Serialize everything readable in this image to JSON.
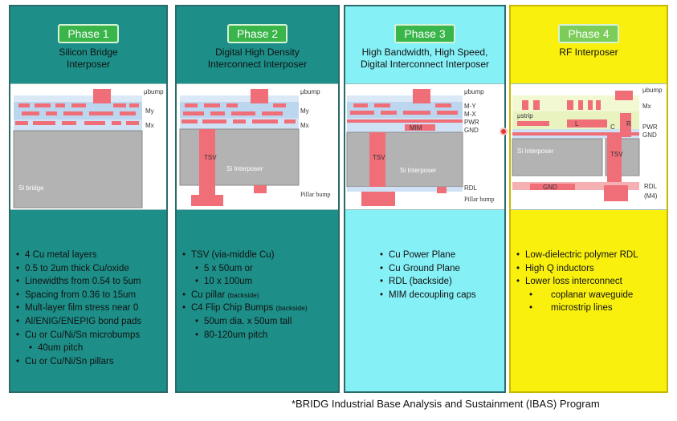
{
  "footer_note": "*BRIDG Industrial Base Analysis and Sustainment (IBAS) Program",
  "colors": {
    "teal": "#1d8f88",
    "cyan": "#86f0f7",
    "yellow": "#f9f00e",
    "badge_green": "#39b54a",
    "metal_red": "#f06e78",
    "silicon_gray": "#b3b3b3"
  },
  "phases": [
    {
      "badge": "Phase 1",
      "title_line1": "Silicon Bridge",
      "title_line2": "Interposer",
      "diagram": {
        "ubump": "μbump",
        "my": "My",
        "mx": "Mx",
        "bridge": "Si bridge"
      },
      "bullets": [
        "4 Cu metal layers",
        "0.5 to 2um thick Cu/oxide",
        "Linewidths from 0.54 to 5um",
        "Spacing from 0.36 to 15um",
        "Mult-layer film stress near 0",
        "Al/ENIG/ENEPIG bond pads",
        "Cu or Cu/Ni/Sn microbumps",
        "40um pitch",
        "Cu or Cu/Ni/Sn pillars"
      ]
    },
    {
      "badge": "Phase 2",
      "title_line1": "Digital High Density",
      "title_line2": "Interconnect Interposer",
      "diagram": {
        "ubump": "μbump",
        "my": "My",
        "mx": "Mx",
        "tsv": "TSV",
        "interposer": "Si Interposer",
        "pillar": "Pillar bump"
      },
      "bullets": [
        "TSV (via-middle Cu)",
        "5 x 50um or",
        "10 x 100um",
        "Cu pillar ",
        "(backside)",
        "C4 Flip Chip Bumps ",
        "(backside)",
        "50um dia. x 50um tall",
        "80-120um pitch"
      ]
    },
    {
      "badge": "Phase 3",
      "title_line1": "High Bandwidth, High Speed,",
      "title_line2": "Digital Interconnect Interposer",
      "diagram": {
        "ubump": "μbump",
        "my": "M-Y",
        "mx": "M-X",
        "pwr": "PWR",
        "gnd": "GND",
        "mim": "MIM",
        "tsv": "TSV",
        "interposer": "Si Interposer",
        "rdl": "RDL",
        "pillar": "Pillar bump"
      },
      "bullets": [
        "Cu Power Plane",
        "Cu Ground Plane",
        "RDL (backside)",
        "MIM decoupling caps"
      ]
    },
    {
      "badge": "Phase 4",
      "title_line1": "RF Interposer",
      "diagram": {
        "ubump": "μbump",
        "mx": "Mx",
        "pwr": "PWR",
        "gnd": "GND",
        "ustrip": "μstrip",
        "l": "L",
        "c": "C",
        "r": "R",
        "tsv": "TSV",
        "interposer": "Si Interposer",
        "gnd_plane": "GND",
        "rdl": "RDL",
        "m4": "(M4)"
      },
      "bullets": [
        "Low-dielectric polymer RDL",
        "High Q inductors",
        "Lower loss interconnect",
        "coplanar waveguide",
        "microstrip lines"
      ]
    }
  ]
}
